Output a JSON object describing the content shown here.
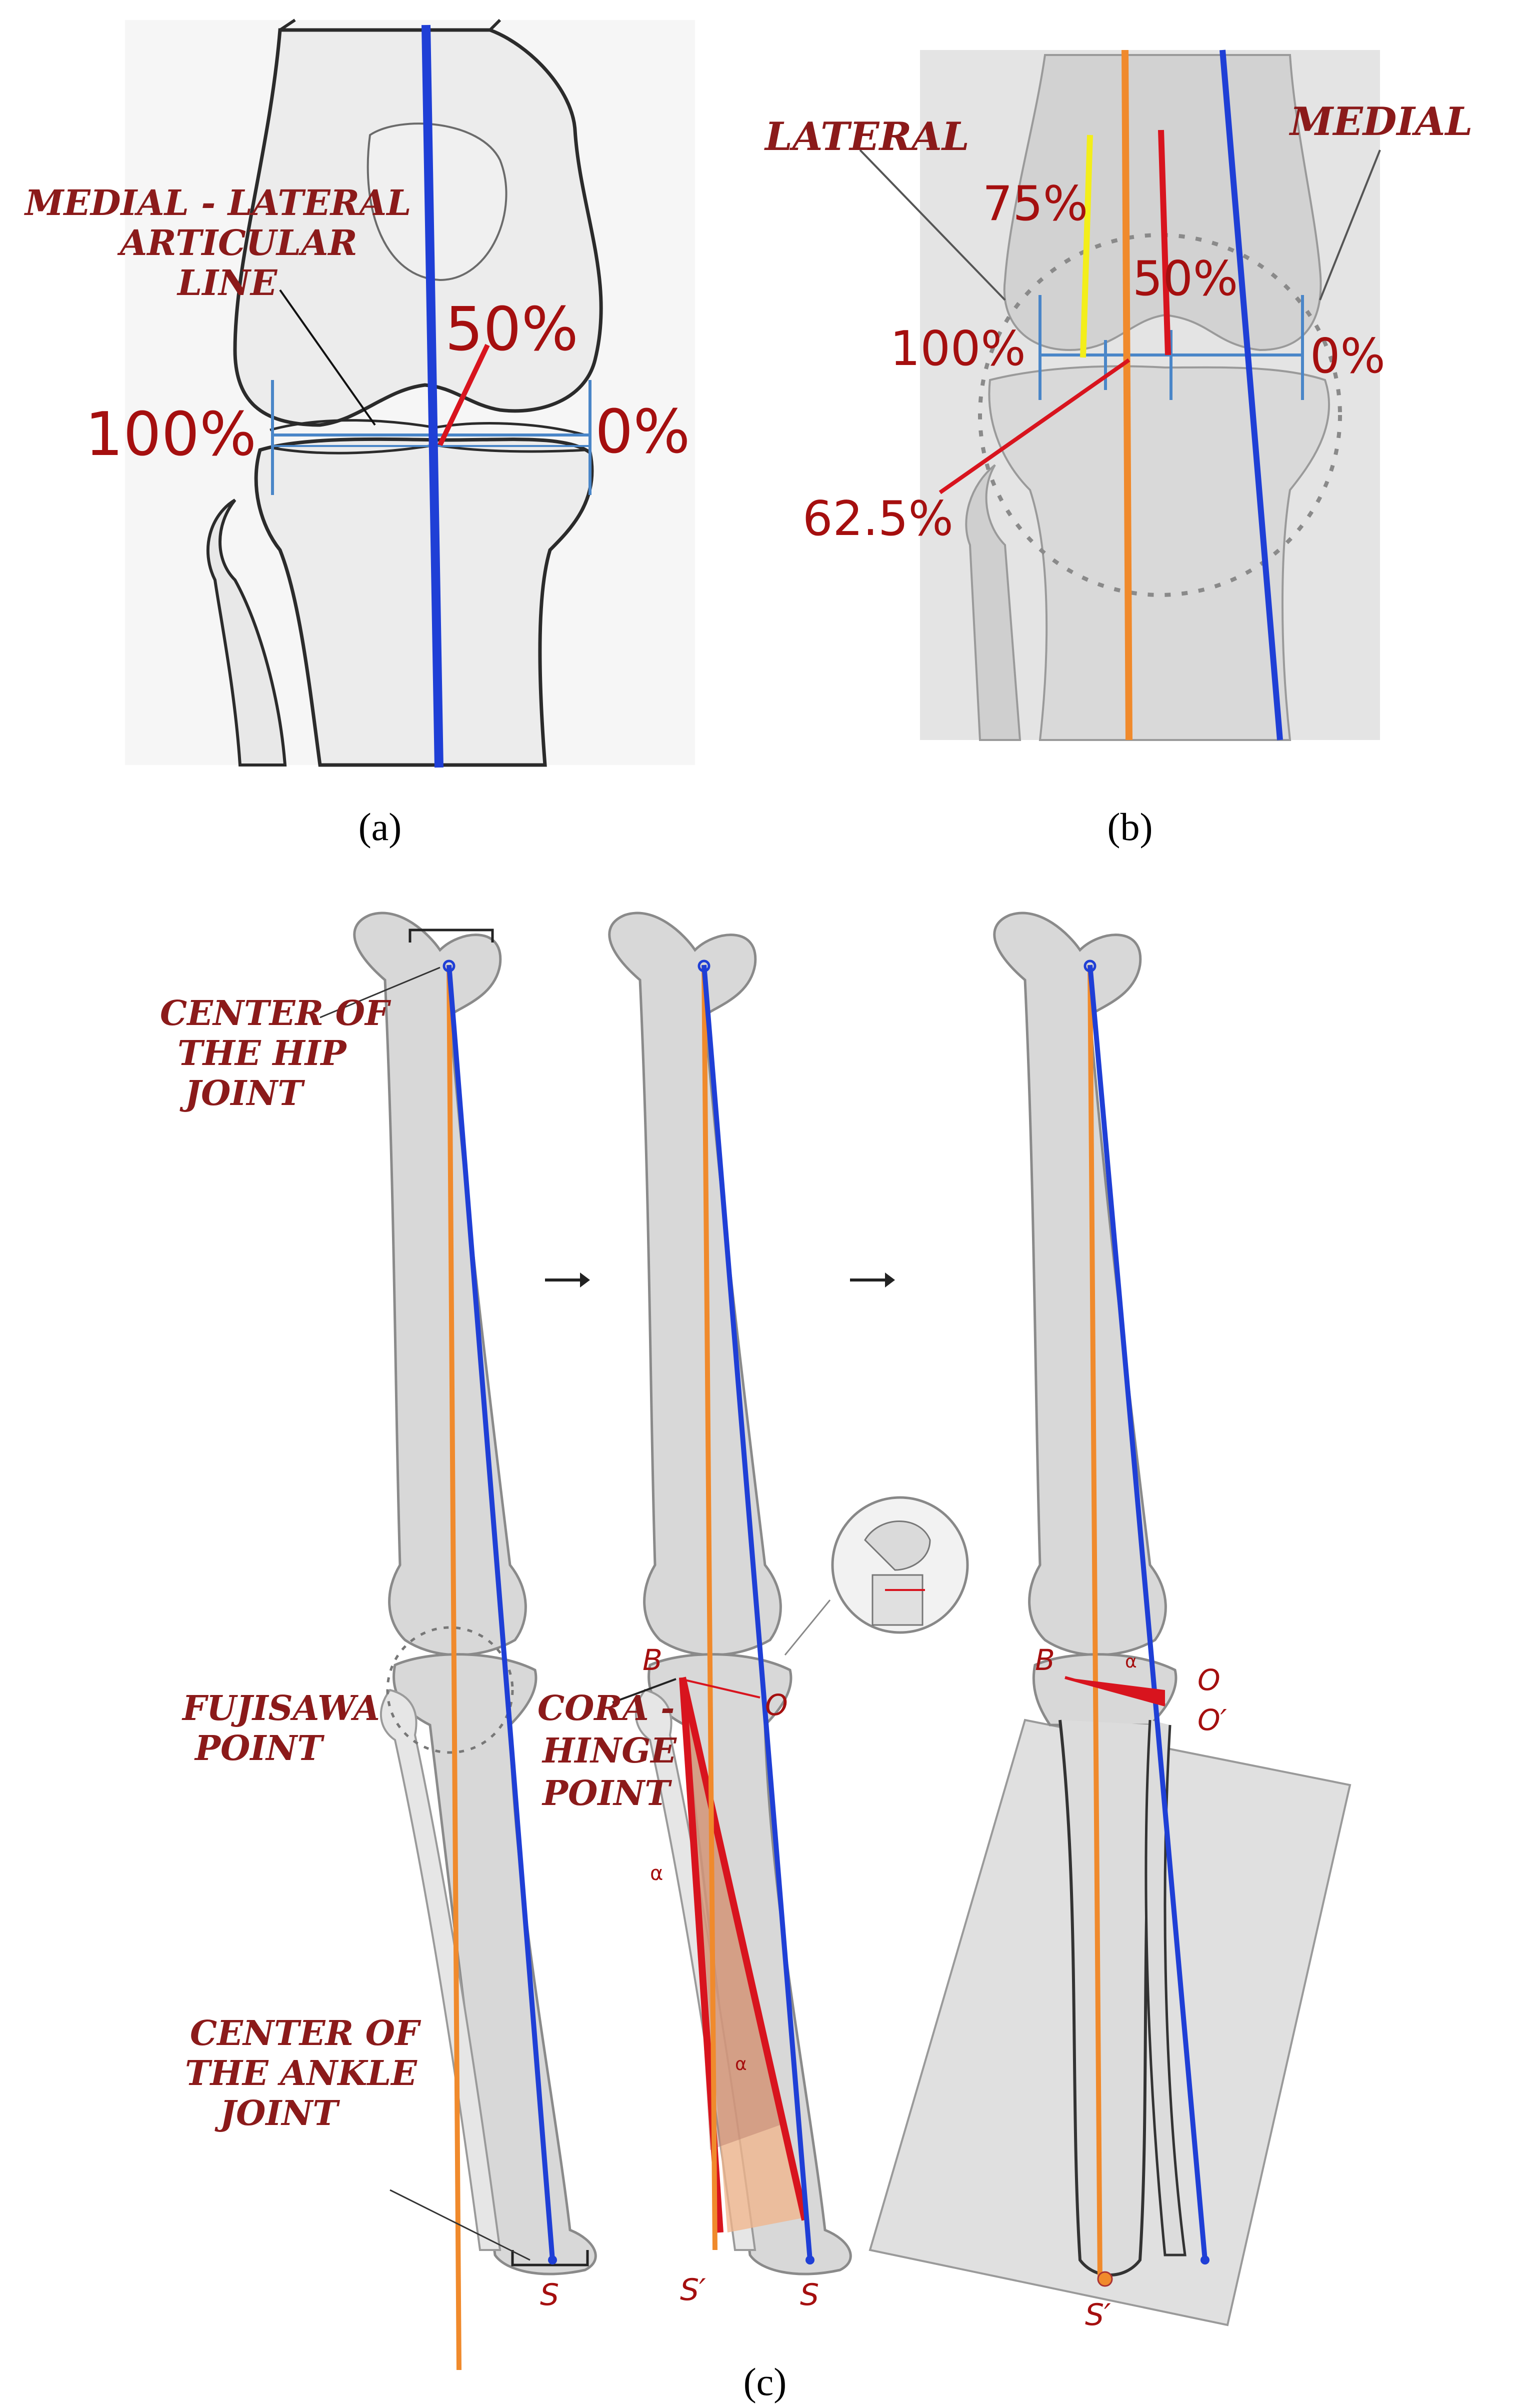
{
  "panel_a": {
    "caption": "(a)",
    "label_line1": "MEDIAL - LATERAL",
    "label_line2": "ARTICULAR",
    "label_line3": "LINE",
    "pct_50": "50%",
    "pct_100": "100%",
    "pct_0": "0%"
  },
  "panel_b": {
    "caption": "(b)",
    "lateral": "LATERAL",
    "medial": "MEDIAL",
    "pct_75": "75%",
    "pct_50": "50%",
    "pct_100": "100%",
    "pct_0": "0%",
    "pct_625": "62.5%"
  },
  "panel_c": {
    "caption": "(c)",
    "hip_line1": "CENTER OF",
    "hip_line2": "THE HIP",
    "hip_line3": "JOINT",
    "fujisawa_line1": "FUJISAWA",
    "fujisawa_line2": "POINT",
    "ankle_line1": "CENTER OF",
    "ankle_line2": "THE  ANKLE",
    "ankle_line3": "JOINT",
    "cora_line1": "CORA -",
    "cora_line2": "HINGE",
    "cora_line3": "POINT",
    "b_label": "B",
    "o_label": "O",
    "o_prime_label": "O′",
    "s_label": "S",
    "s_prime_label": "S′",
    "alpha": "α"
  },
  "colors": {
    "mechanical_axis": "#1f3fd6",
    "target_axis": "#f08a2c",
    "osteotomy": "#d8141e",
    "marker_yellow": "#f3ee1a",
    "scale_line": "#4a86c8",
    "label_red": "#8b1a1a"
  }
}
